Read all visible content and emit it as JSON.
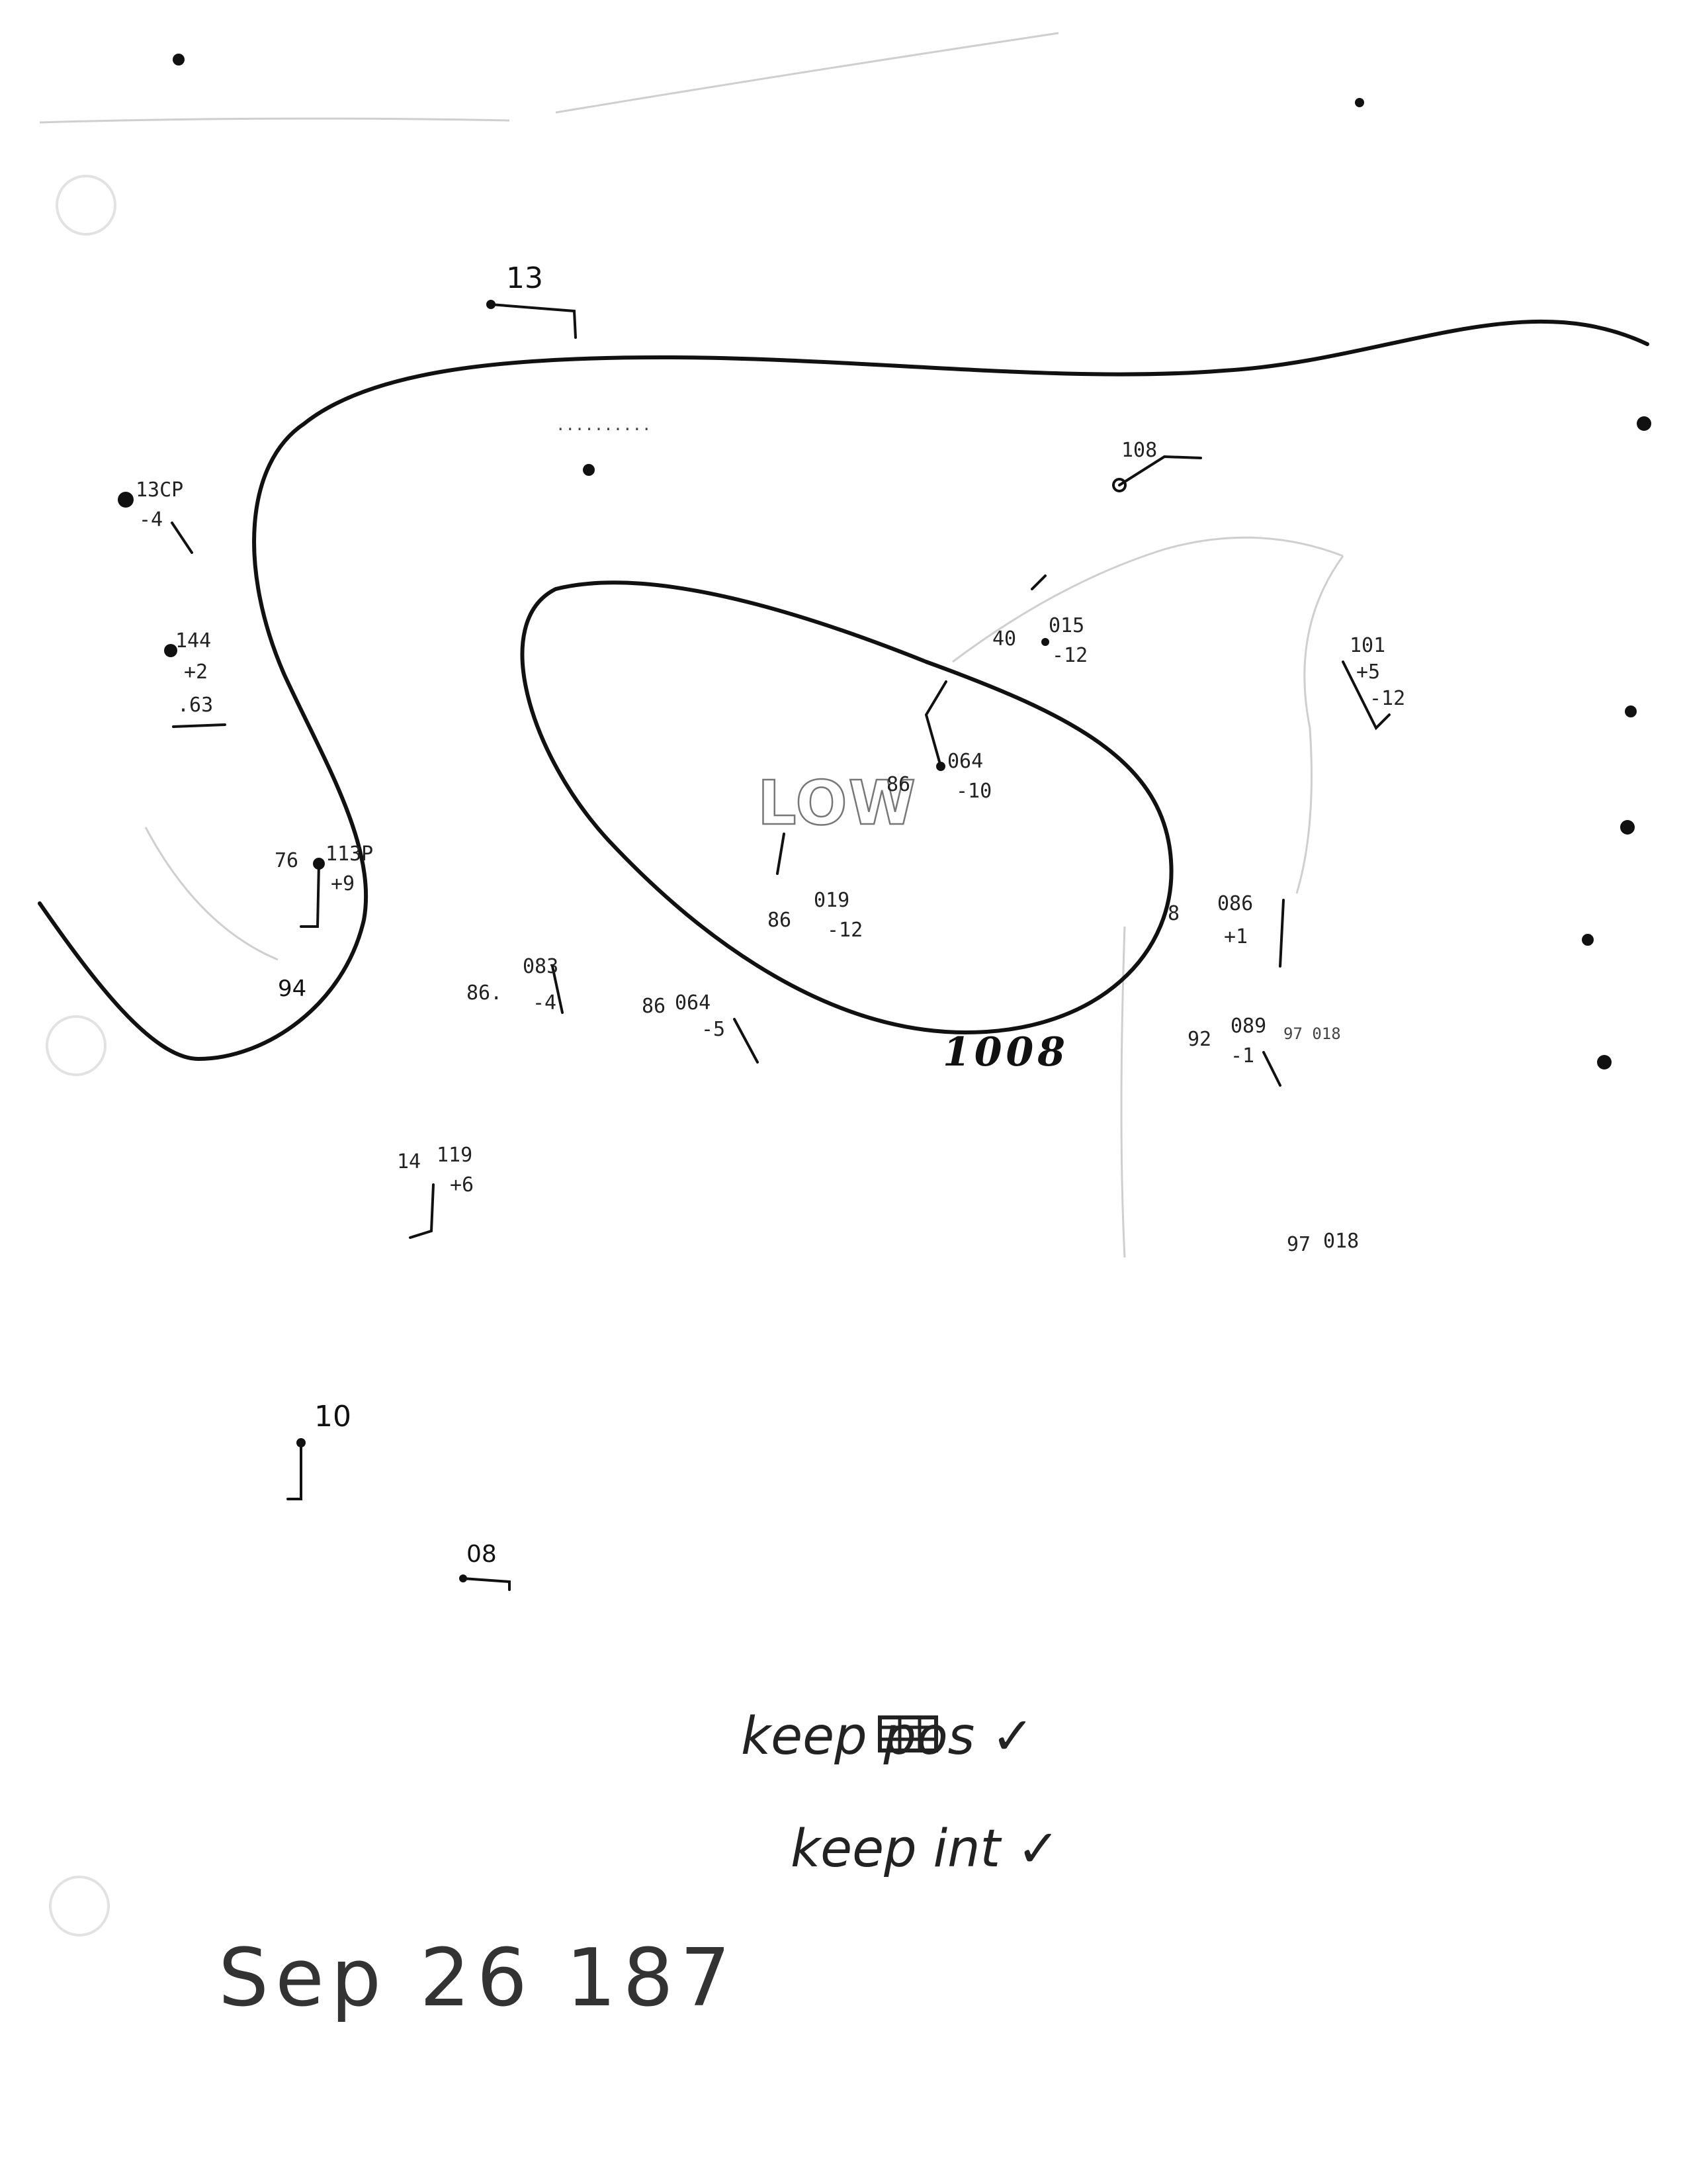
{
  "map": {
    "low_label": "LOW",
    "isobar_label": "1008",
    "wind_labels": [
      "13",
      "10",
      "08"
    ],
    "stations": [
      {
        "top": "13CP",
        "bottom": "-4",
        "left": ""
      },
      {
        "top": "144",
        "bottom": "+2",
        "extra": ".63"
      },
      {
        "top": "108",
        "bottom": ""
      },
      {
        "top": "015",
        "bottom": "-12",
        "left": "40"
      },
      {
        "top": "101",
        "bottom": "+5",
        "extra": "-12"
      },
      {
        "top": "064",
        "bottom": "-10",
        "left": "86"
      },
      {
        "top": "019",
        "bottom": "-12",
        "left": "86"
      },
      {
        "top": "113P",
        "bottom": "+9",
        "left": "76"
      },
      {
        "top": "083",
        "bottom": "-4",
        "left": "86."
      },
      {
        "top": "064",
        "bottom": "-5",
        "left": "86"
      },
      {
        "top": "086",
        "bottom": "+1",
        "left": "8"
      },
      {
        "top": "089",
        "bottom": "-1",
        "left": "92"
      },
      {
        "top": "119",
        "bottom": "+6",
        "left": "14"
      },
      {
        "top": "018",
        "bottom": "",
        "left": "97"
      }
    ]
  },
  "annotations": {
    "note_line_1": "keep  pos ✓",
    "note_line_2": "keep int ✓",
    "date": "Sep 26 187"
  }
}
